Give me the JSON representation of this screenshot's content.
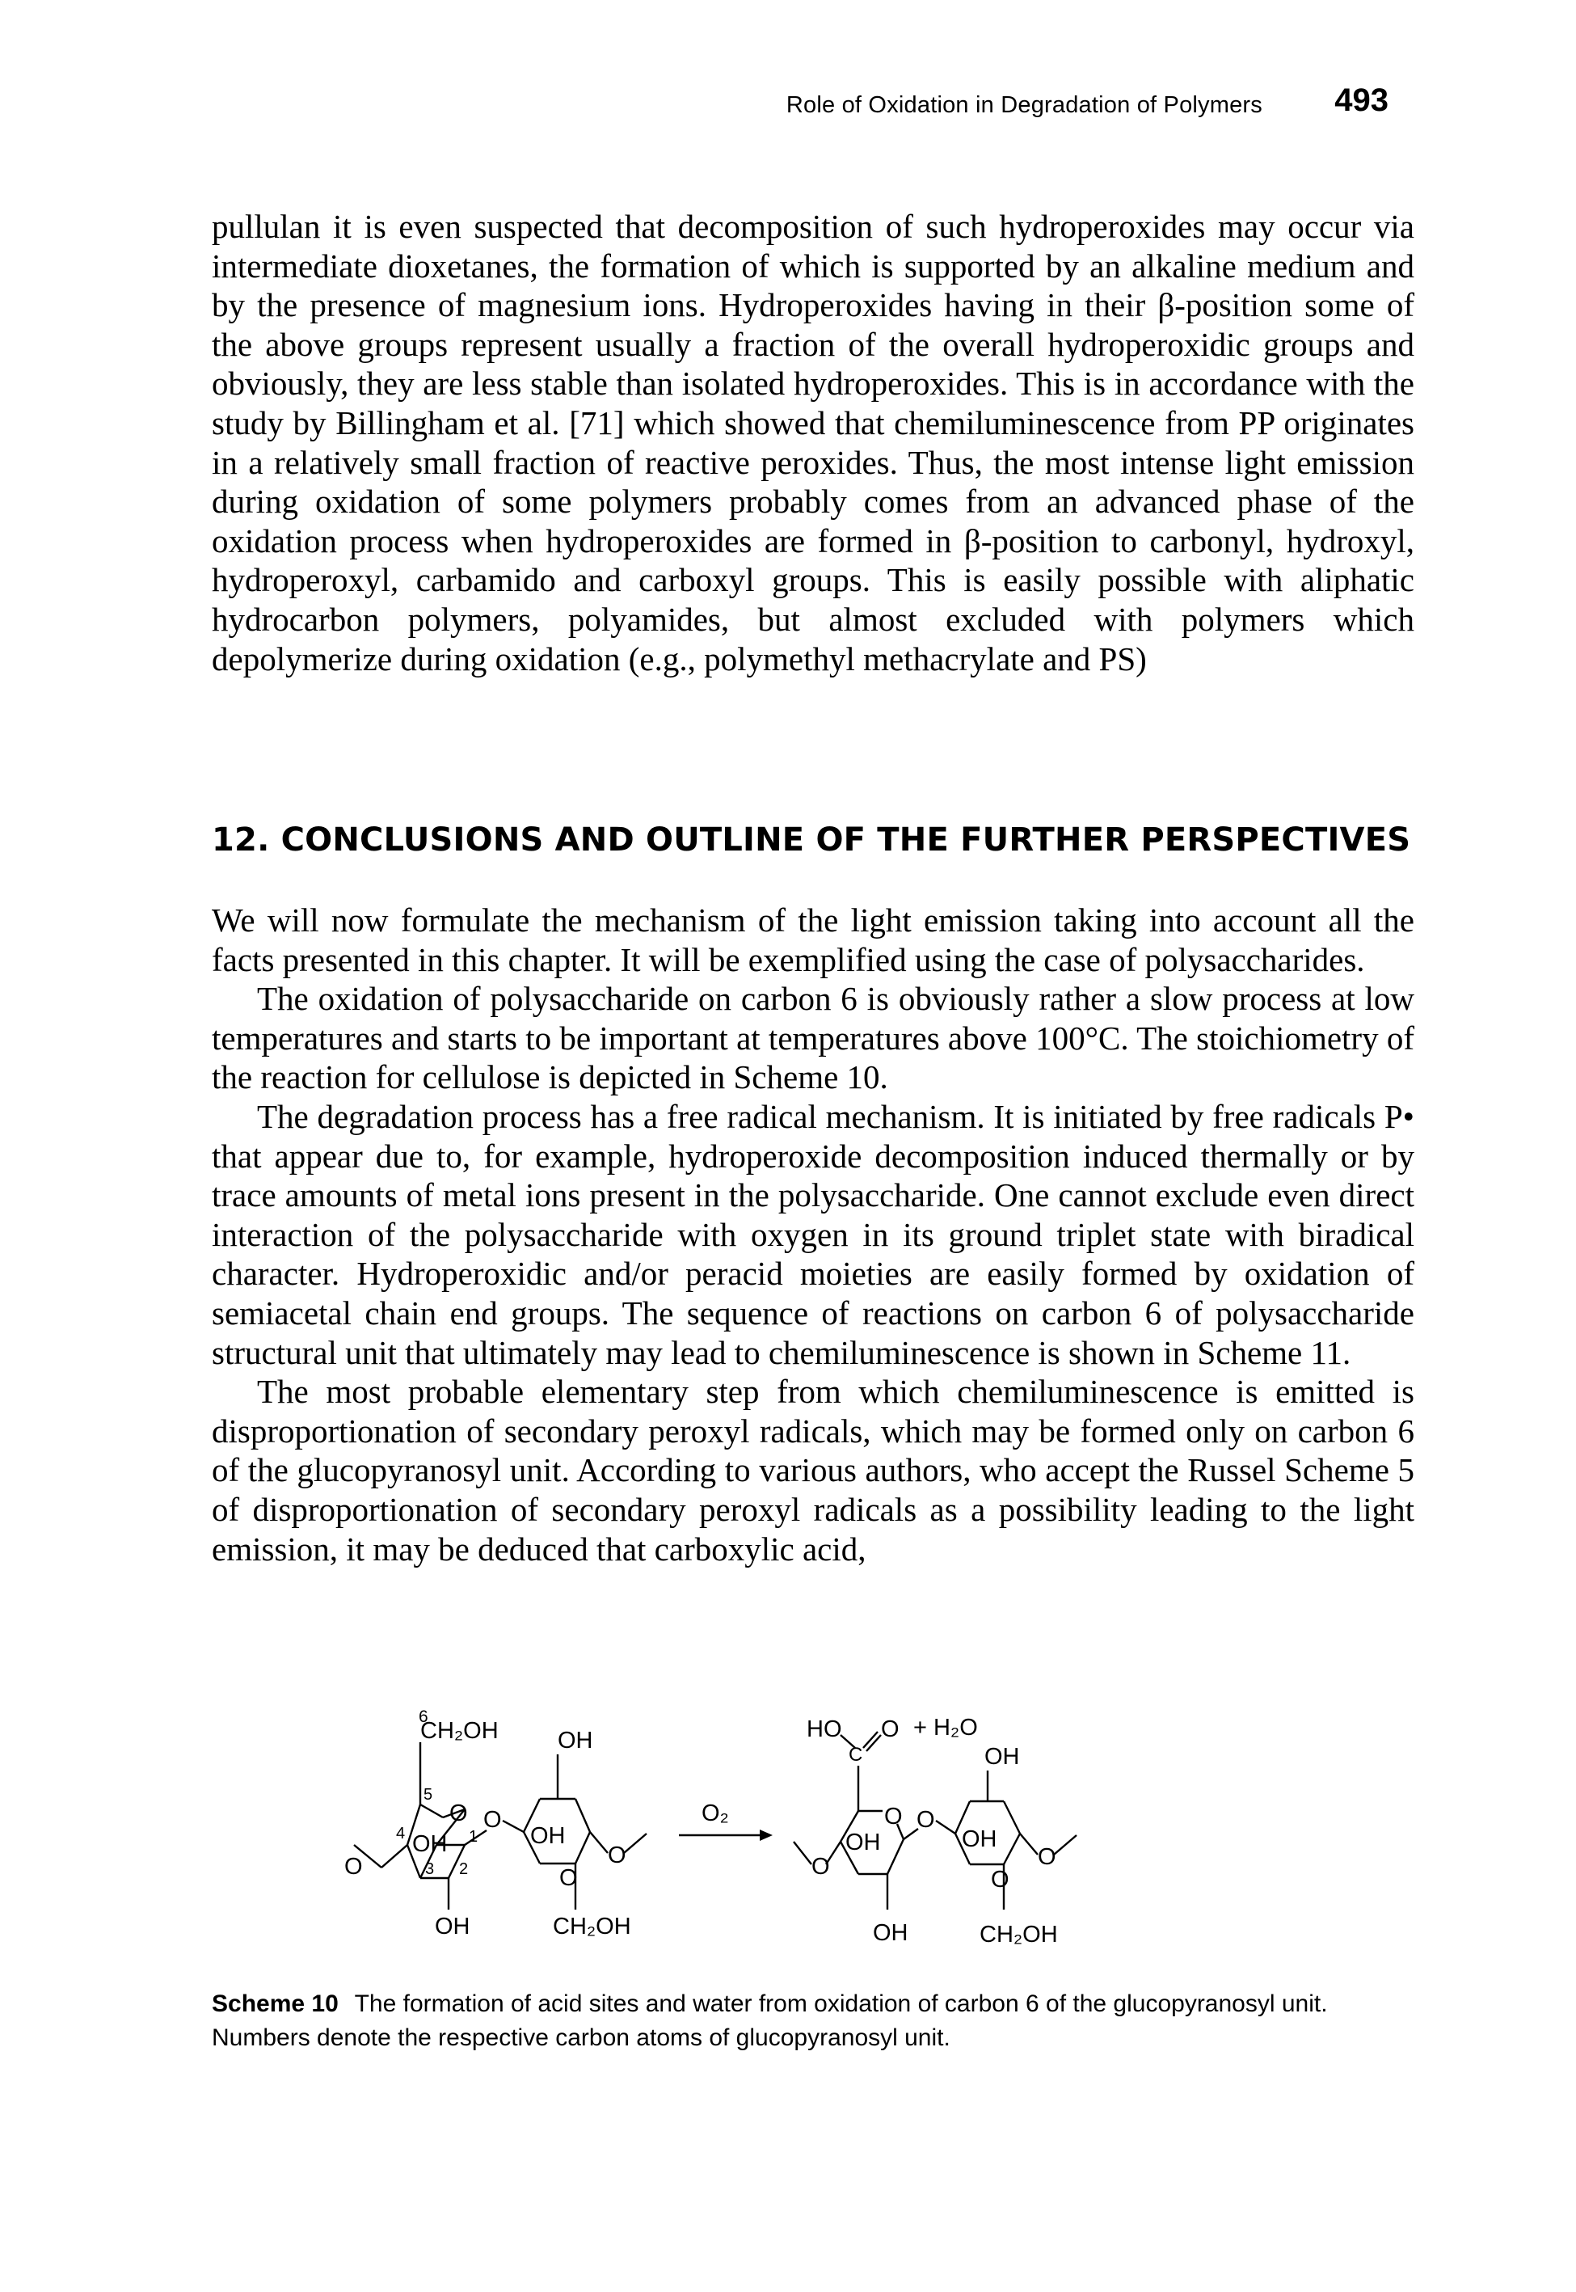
{
  "header": {
    "running_title": "Role of Oxidation in Degradation of Polymers",
    "page_number": "493"
  },
  "paragraphs_top": [
    "pullulan it is even suspected that decomposition of such hydroperoxides may occur via intermediate dioxetanes, the formation of which is supported by an alkaline medium and by the presence of magnesium ions. Hydroperoxides having in their β-position some of the above groups represent usually a fraction of the overall hydroperoxidic groups and obviously, they are less stable than isolated hydroperoxides. This is in accordance with the study by Billingham et al. [71] which showed that chemiluminescence from PP originates in a relatively small fraction of reactive peroxides. Thus, the most intense light emission during oxidation of some polymers probably comes from an advanced phase of the oxidation process when hydroperoxides are formed in β-position to carbonyl, hydroxyl, hydroperoxyl, carbamido and carboxyl groups. This is easily possible with aliphatic hydrocarbon polymers, polyamides, but almost excluded with polymers which depolymerize during oxidation (e.g., polymethyl methacrylate and PS)"
  ],
  "section_heading": "12. CONCLUSIONS AND OUTLINE OF THE FURTHER PERSPECTIVES",
  "paragraphs_section": [
    "We will now formulate the mechanism of the light emission taking into account all the facts presented in this chapter. It will be exemplified using the case of polysaccharides.",
    "The oxidation of polysaccharide on carbon 6 is obviously rather a slow process at low temperatures and starts to be important at temperatures above 100°C. The stoichiometry of the reaction for cellulose is depicted in Scheme 10.",
    "The degradation process has a free radical mechanism. It is initiated by free radicals P• that appear due to, for example, hydroperoxide decomposition induced thermally or by trace amounts of metal ions present in the polysaccharide. One cannot exclude even direct interaction of the polysaccharide with oxygen in its ground triplet state with biradical character. Hydroperoxidic and/or peracid moieties are easily formed by oxidation of semiacetal chain end groups. The sequence of reactions on carbon 6 of polysaccharide structural unit that ultimately may lead to chemiluminescence is shown in Scheme 11.",
    "The most probable elementary step from which chemiluminescence is emitted is disproportionation of secondary peroxyl radicals, which may be formed only on carbon 6 of the glucopyranosyl unit. According to various authors, who accept the Russel Scheme 5 of disproportionation of secondary peroxyl radicals as a possibility leading to the light emission, it may be deduced that carboxylic acid,"
  ],
  "scheme": {
    "left_ring1": {
      "ch2oh": "CH₂OH",
      "ch2oh_superscript": "6",
      "ring_o": "O",
      "oh_4": "OH",
      "oh_bottom": "OH",
      "num_5": "5",
      "num_4": "4",
      "num_3": "3",
      "num_2": "2",
      "num_1": "1"
    },
    "left_ring2": {
      "oh_top": "OH",
      "oh_ring": "OH",
      "ring_o": "O",
      "ch2oh_bottom": "CH₂OH"
    },
    "left_glycosidic_o": "O",
    "left_link_o": "O",
    "left_end_o": "O",
    "arrow_label": "O₂",
    "right_ring1": {
      "ho": "HO",
      "c": "C",
      "carbonyl_o": "O",
      "water": "+ H₂O",
      "ring_o": "O",
      "oh_ring": "OH",
      "oh_bottom": "OH"
    },
    "right_ring2": {
      "oh_top": "OH",
      "oh_ring": "OH",
      "ring_o": "O",
      "ch2oh_bottom": "CH₂OH"
    },
    "right_glycosidic_o": "O",
    "right_link_o": "O",
    "right_end_o": "O"
  },
  "caption": {
    "label": "Scheme 10",
    "text": "The formation of acid sites and water from oxidation of carbon 6 of the glucopyranosyl unit. Numbers denote the respective carbon atoms of glucopyranosyl unit."
  }
}
